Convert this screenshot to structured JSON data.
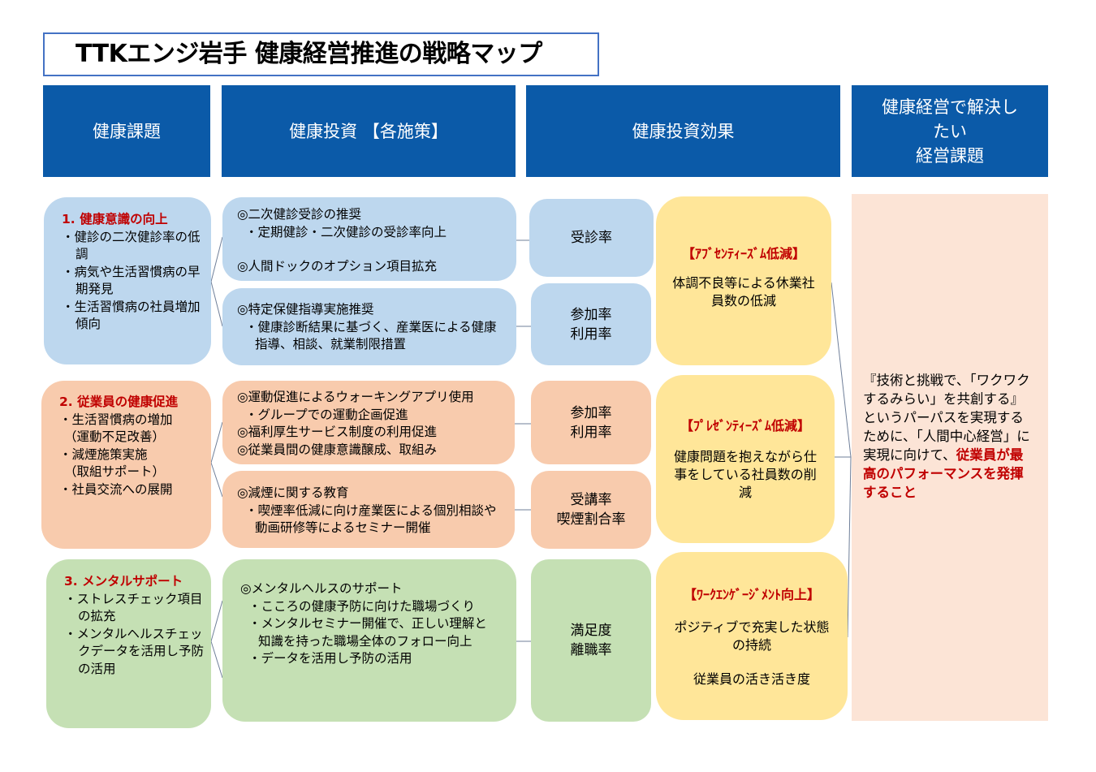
{
  "title": "TTKエンジ岩手 健康経営推進の戦略マップ",
  "headers": {
    "issues": "健康課題",
    "investment": "健康投資 【各施策】",
    "effect": "健康投資効果",
    "goal_line1": "健康経営で解決し",
    "goal_line2": "たい",
    "goal_line3": "経営課題"
  },
  "issues": [
    {
      "title": "1. 健康意識の向上",
      "items": [
        "・健診の二次健診率の低調",
        "・病気や生活習慣病の早期発見",
        "・生活習慣病の社員増加傾向"
      ]
    },
    {
      "title": "2. 従業員の健康促進",
      "items": [
        "・生活習慣病の増加",
        "（運動不足改善）",
        "・減煙施策実施",
        "（取組サポート）",
        "・社員交流への展開"
      ]
    },
    {
      "title": "3. メンタルサポート",
      "items": [
        "・ストレスチェック項目の拡充",
        "・メンタルヘルスチェックデータを活用し予防の活用"
      ]
    }
  ],
  "measures": [
    {
      "lines": [
        "◎二次健診受診の推奨",
        "・定期健診・二次健診の受診率向上",
        "",
        "◎人間ドックのオプション項目拡充"
      ]
    },
    {
      "lines": [
        "◎特定保健指導実施推奨",
        "・健康診断結果に基づく、産業医による健康指導、相談、就業制限措置"
      ]
    },
    {
      "lines": [
        "◎運動促進によるウォーキングアプリ使用",
        "・グループでの運動企画促進",
        "◎福利厚生サービス制度の利用促進",
        "◎従業員間の健康意識醸成、取組み"
      ]
    },
    {
      "lines": [
        "◎減煙に関する教育",
        "・喫煙率低減に向け産業医による個別相談や動画研修等によるセミナー開催"
      ]
    },
    {
      "lines": [
        "◎メンタルヘルスのサポート",
        "・こころの健康予防に向けた職場づくり",
        "・メンタルセミナー開催で、正しい理解と知識を持った職場全体のフォロー向上",
        "・データを活用し予防の活用"
      ]
    }
  ],
  "metrics": [
    {
      "lines": [
        "受診率"
      ]
    },
    {
      "lines": [
        "参加率",
        "利用率"
      ]
    },
    {
      "lines": [
        "参加率",
        "利用率"
      ]
    },
    {
      "lines": [
        "受講率",
        "喫煙割合率"
      ]
    },
    {
      "lines": [
        "満足度",
        "離職率"
      ]
    }
  ],
  "effects": [
    {
      "title": "【ｱﾌﾞｾﾝﾃｨｰｽﾞﾑ低減】",
      "desc": "体調不良等による休業社員数の低減",
      "desc2": ""
    },
    {
      "title": "【ﾌﾟﾚｾﾞﾝﾃｨｰｽﾞﾑ低減】",
      "desc": "健康問題を抱えながら仕事をしている社員数の削減",
      "desc2": ""
    },
    {
      "title": "【ﾜｰｸｴﾝｹﾞｰｼﾞﾒﾝﾄ向上】",
      "desc": "ポジティブで充実した状態の持続",
      "desc2": "従業員の活き活き度"
    }
  ],
  "goal": {
    "text": "『技術と挑戦で、「ワクワクするみらい」を共創する』というパーパスを実現するために、「人間中心経営」に実現に向けて、",
    "highlight": "従業員が最高のパフォーマンスを発揮すること"
  },
  "colors": {
    "header": "#0b5aa8",
    "blue": "#bdd7ee",
    "peach": "#f8cbad",
    "green": "#c5e0b4",
    "yellow": "#ffe699",
    "pink": "#fce4d6",
    "red": "#c00000"
  }
}
